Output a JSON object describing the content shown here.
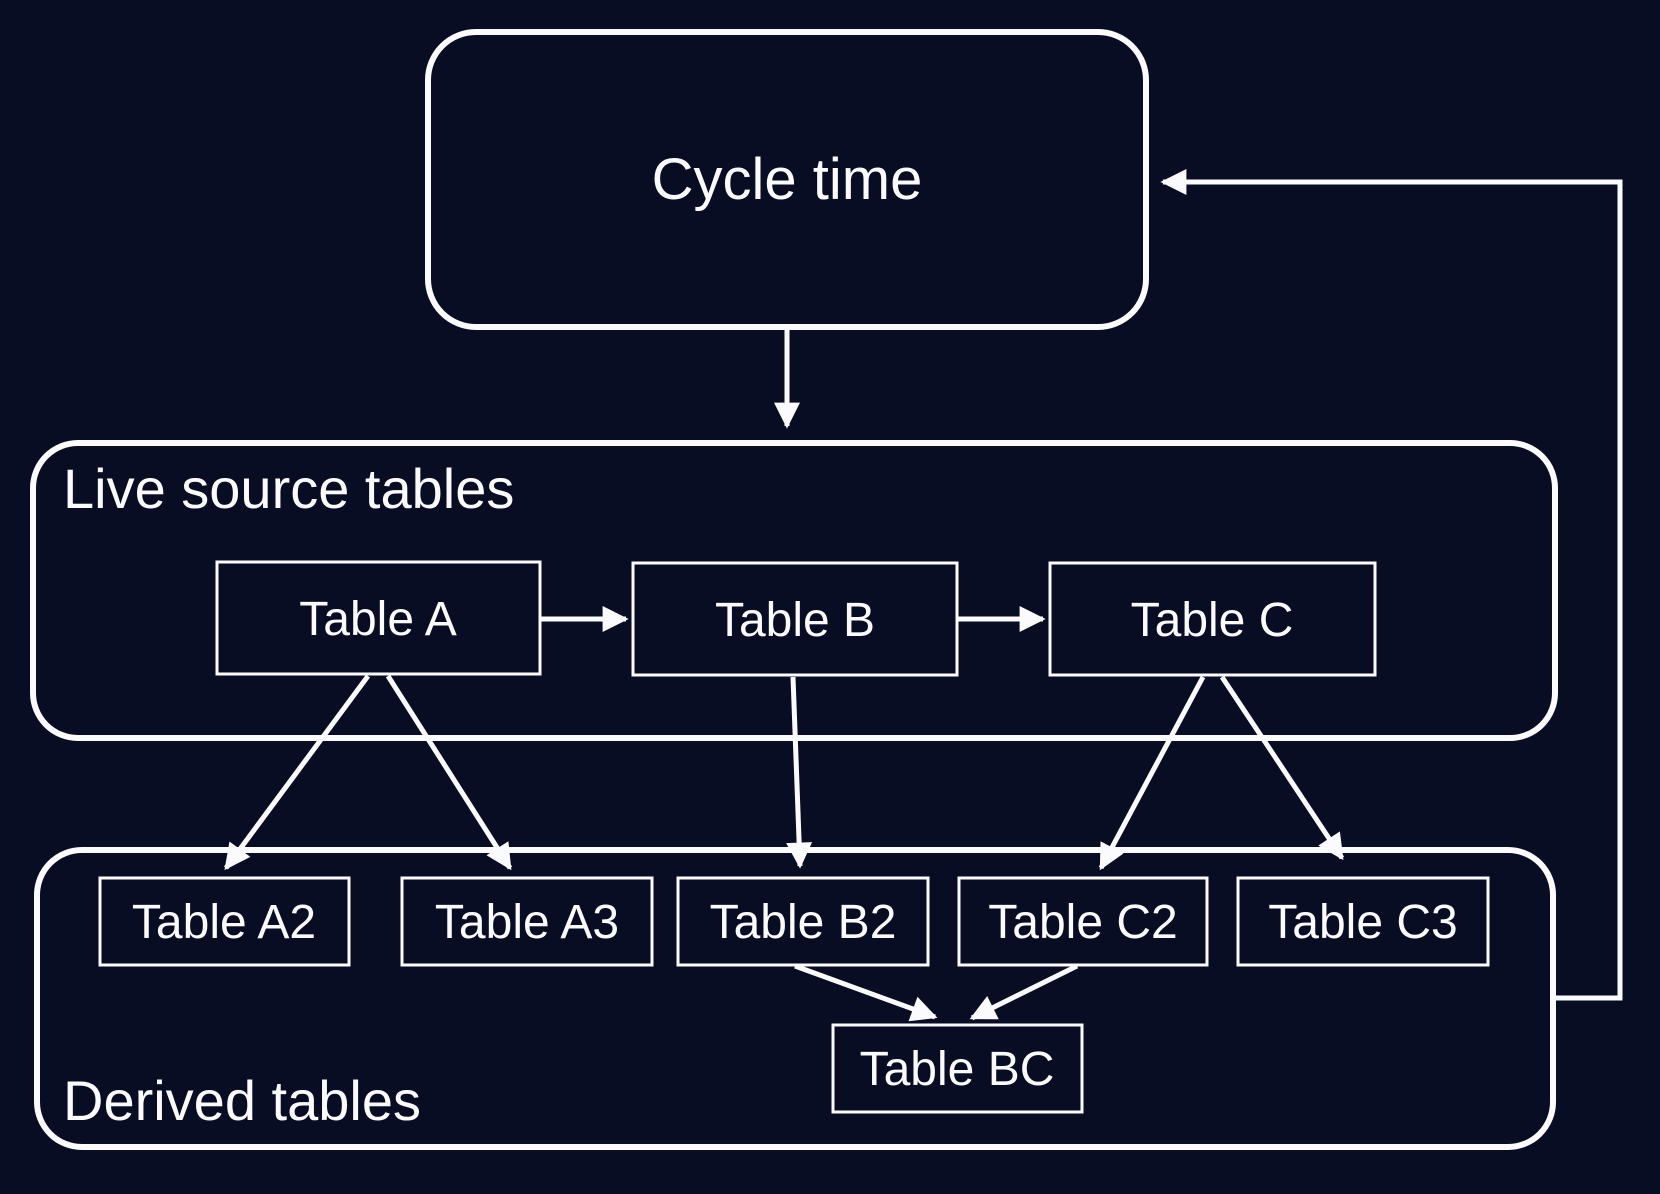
{
  "diagram": {
    "title": "Cycle time data flow diagram",
    "colors": {
      "background": "#090d24",
      "line": "#fbfbfd",
      "text": "#fbfbfd"
    },
    "nodes": {
      "cycle_time": "Cycle time",
      "live_source_container": "Live source tables",
      "derived_container": "Derived tables",
      "table_a": "Table A",
      "table_b": "Table B",
      "table_c": "Table C",
      "table_a2": "Table A2",
      "table_a3": "Table A3",
      "table_b2": "Table B2",
      "table_c2": "Table C2",
      "table_c3": "Table C3",
      "table_bc": "Table BC"
    },
    "edges": [
      {
        "from": "cycle_time",
        "to": "live_source_container"
      },
      {
        "from": "table_a",
        "to": "table_b"
      },
      {
        "from": "table_b",
        "to": "table_c"
      },
      {
        "from": "table_a",
        "to": "table_a2"
      },
      {
        "from": "table_a",
        "to": "table_a3"
      },
      {
        "from": "table_b",
        "to": "table_b2"
      },
      {
        "from": "table_c",
        "to": "table_c2"
      },
      {
        "from": "table_c",
        "to": "table_c3"
      },
      {
        "from": "table_b2",
        "to": "table_bc"
      },
      {
        "from": "table_c2",
        "to": "table_bc"
      },
      {
        "from": "derived_container",
        "to": "cycle_time"
      }
    ]
  }
}
